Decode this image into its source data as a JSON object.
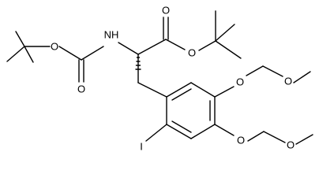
{
  "atoms": {
    "nh": "NH",
    "o_boc_ether": "O",
    "o_boc_carbonyl": "O",
    "o_ester_carbonyl": "O",
    "o_ester_ether": "O",
    "o_mom1_aryl": "O",
    "o_mom1_methyl": "O",
    "o_mom2_aryl": "O",
    "o_mom2_methyl": "O",
    "iodine": "I"
  },
  "colors": {
    "bond": "#000000",
    "label": "#000000",
    "background": "#ffffff"
  }
}
